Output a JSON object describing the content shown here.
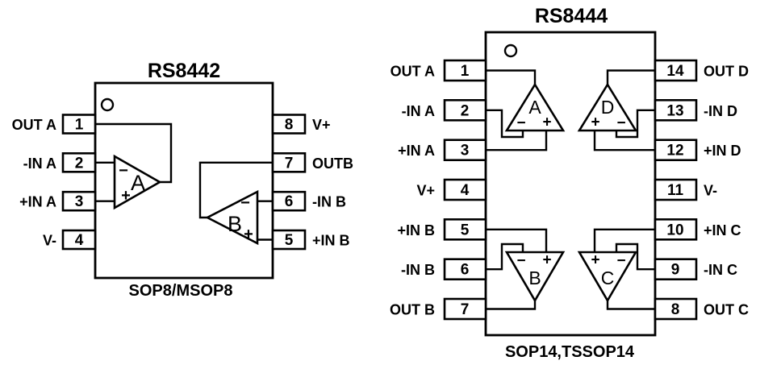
{
  "figure": {
    "background": "#ffffff",
    "ink": "#000000"
  },
  "rs8442": {
    "title": "RS8442",
    "package": "SOP8/MSOP8",
    "left_pins": [
      {
        "number": "1",
        "label": "OUT A"
      },
      {
        "number": "2",
        "label": "-IN A"
      },
      {
        "number": "3",
        "label": "+IN A"
      },
      {
        "number": "4",
        "label": "V-"
      }
    ],
    "right_pins": [
      {
        "number": "8",
        "label": "V+"
      },
      {
        "number": "7",
        "label": "OUTB"
      },
      {
        "number": "6",
        "label": "-IN B"
      },
      {
        "number": "5",
        "label": "+IN B"
      }
    ],
    "opamps": {
      "a": {
        "name": "A",
        "minus": "−",
        "plus": "+"
      },
      "b": {
        "name": "B",
        "minus": "−",
        "plus": "+"
      }
    }
  },
  "rs8444": {
    "title": "RS8444",
    "package": "SOP14,TSSOP14",
    "left_pins": [
      {
        "number": "1",
        "label": "OUT A"
      },
      {
        "number": "2",
        "label": "-IN A"
      },
      {
        "number": "3",
        "label": "+IN A"
      },
      {
        "number": "4",
        "label": "V+"
      },
      {
        "number": "5",
        "label": "+IN B"
      },
      {
        "number": "6",
        "label": "-IN B"
      },
      {
        "number": "7",
        "label": "OUT B"
      }
    ],
    "right_pins": [
      {
        "number": "14",
        "label": "OUT D"
      },
      {
        "number": "13",
        "label": "-IN D"
      },
      {
        "number": "12",
        "label": "+IN D"
      },
      {
        "number": "11",
        "label": "V-"
      },
      {
        "number": "10",
        "label": "+IN C"
      },
      {
        "number": "9",
        "label": "-IN C"
      },
      {
        "number": "8",
        "label": "OUT C"
      }
    ],
    "opamps": {
      "a": {
        "name": "A",
        "minus": "−",
        "plus": "+"
      },
      "d": {
        "name": "D",
        "minus": "−",
        "plus": "+"
      },
      "b": {
        "name": "B",
        "minus": "−",
        "plus": "+"
      },
      "c": {
        "name": "C",
        "minus": "−",
        "plus": "+"
      }
    }
  }
}
